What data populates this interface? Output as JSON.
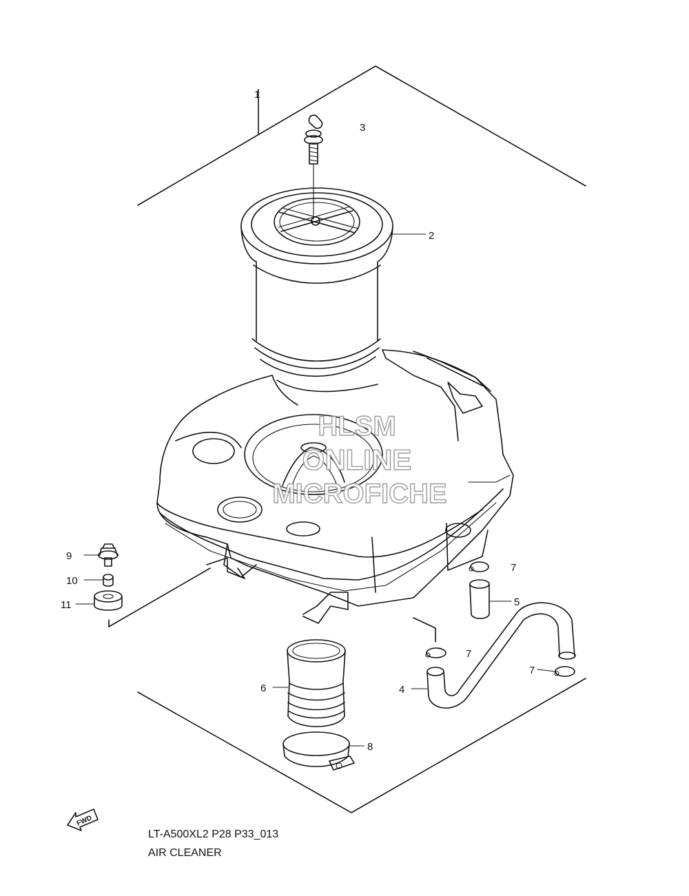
{
  "watermark": {
    "line1": "HLSM",
    "line2": "ONLINE",
    "line3": "MICROFICHE"
  },
  "callouts": {
    "c1": "1",
    "c2": "2",
    "c3": "3",
    "c4": "4",
    "c5": "5",
    "c6": "6",
    "c7a": "7",
    "c7b": "7",
    "c7c": "7",
    "c8": "8",
    "c9": "9",
    "c10": "10",
    "c11": "11"
  },
  "arrow_label": "FWD",
  "footer": {
    "code": "LT-A500XL2 P28 P33_013",
    "title": "AIR CLEANER"
  }
}
